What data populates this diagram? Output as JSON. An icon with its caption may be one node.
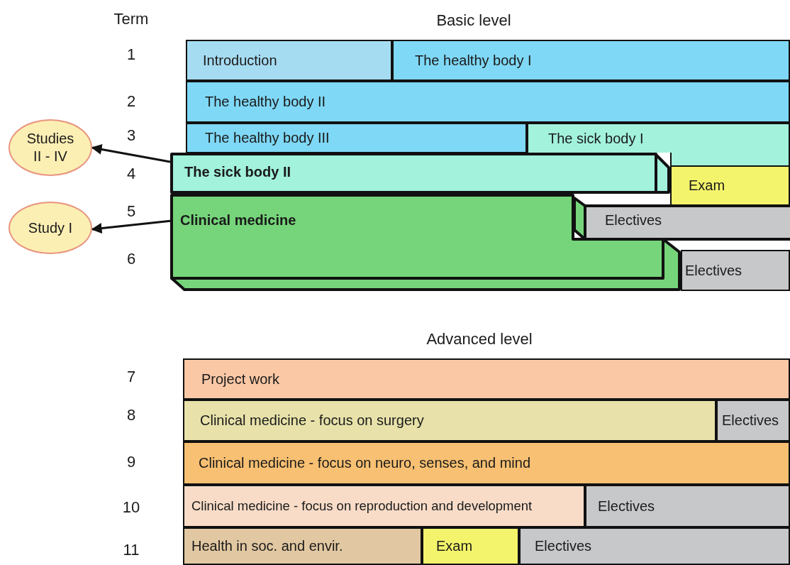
{
  "diagram": {
    "nodes": [
      {
        "text": [
          "Studies II - IV"
        ]
      },
      {
        "text": [
          "Study I"
        ]
      },
      {
        "text": [
          "Introduction"
        ]
      },
      {
        "text": [
          "The healthy body I"
        ]
      },
      {
        "text": [
          "The healthy body II"
        ]
      },
      {
        "text": [
          "The healthy body III"
        ]
      },
      {
        "text": [
          "The sick body I"
        ]
      },
      {
        "text": [
          "The sick body II"
        ]
      },
      {
        "text": [
          "Exam"
        ]
      },
      {
        "text": [
          "Clinical medicine"
        ]
      },
      {
        "text": [
          "Electives"
        ]
      },
      {
        "text": [
          "Electives"
        ]
      },
      {
        "text": [
          "Project work"
        ]
      },
      {
        "text": [
          "Clinical medicine - focus on surgery"
        ]
      },
      {
        "text": [
          "Electives"
        ]
      },
      {
        "text": [
          "Clinical medicine - focus on neuro, senses, and mind"
        ]
      },
      {
        "text": [
          "Clinical medicine - focus on reproduction and development"
        ]
      },
      {
        "text": [
          "Electives"
        ]
      },
      {
        "text": [
          "Health in soc. and envir."
        ]
      },
      {
        "text": [
          "Exam"
        ]
      },
      {
        "text": [
          "Electives"
        ]
      }
    ],
    "edges": [
      {
        "from": 7,
        "to": 0,
        "arrow": "to"
      },
      {
        "from": 9,
        "to": 1,
        "arrow": "to"
      }
    ],
    "labels": [
      "Term",
      "Basic level",
      "1",
      "2",
      "3",
      "4",
      "5",
      "6",
      "Advanced level",
      "7",
      "8",
      "9",
      "10",
      "11"
    ]
  }
}
